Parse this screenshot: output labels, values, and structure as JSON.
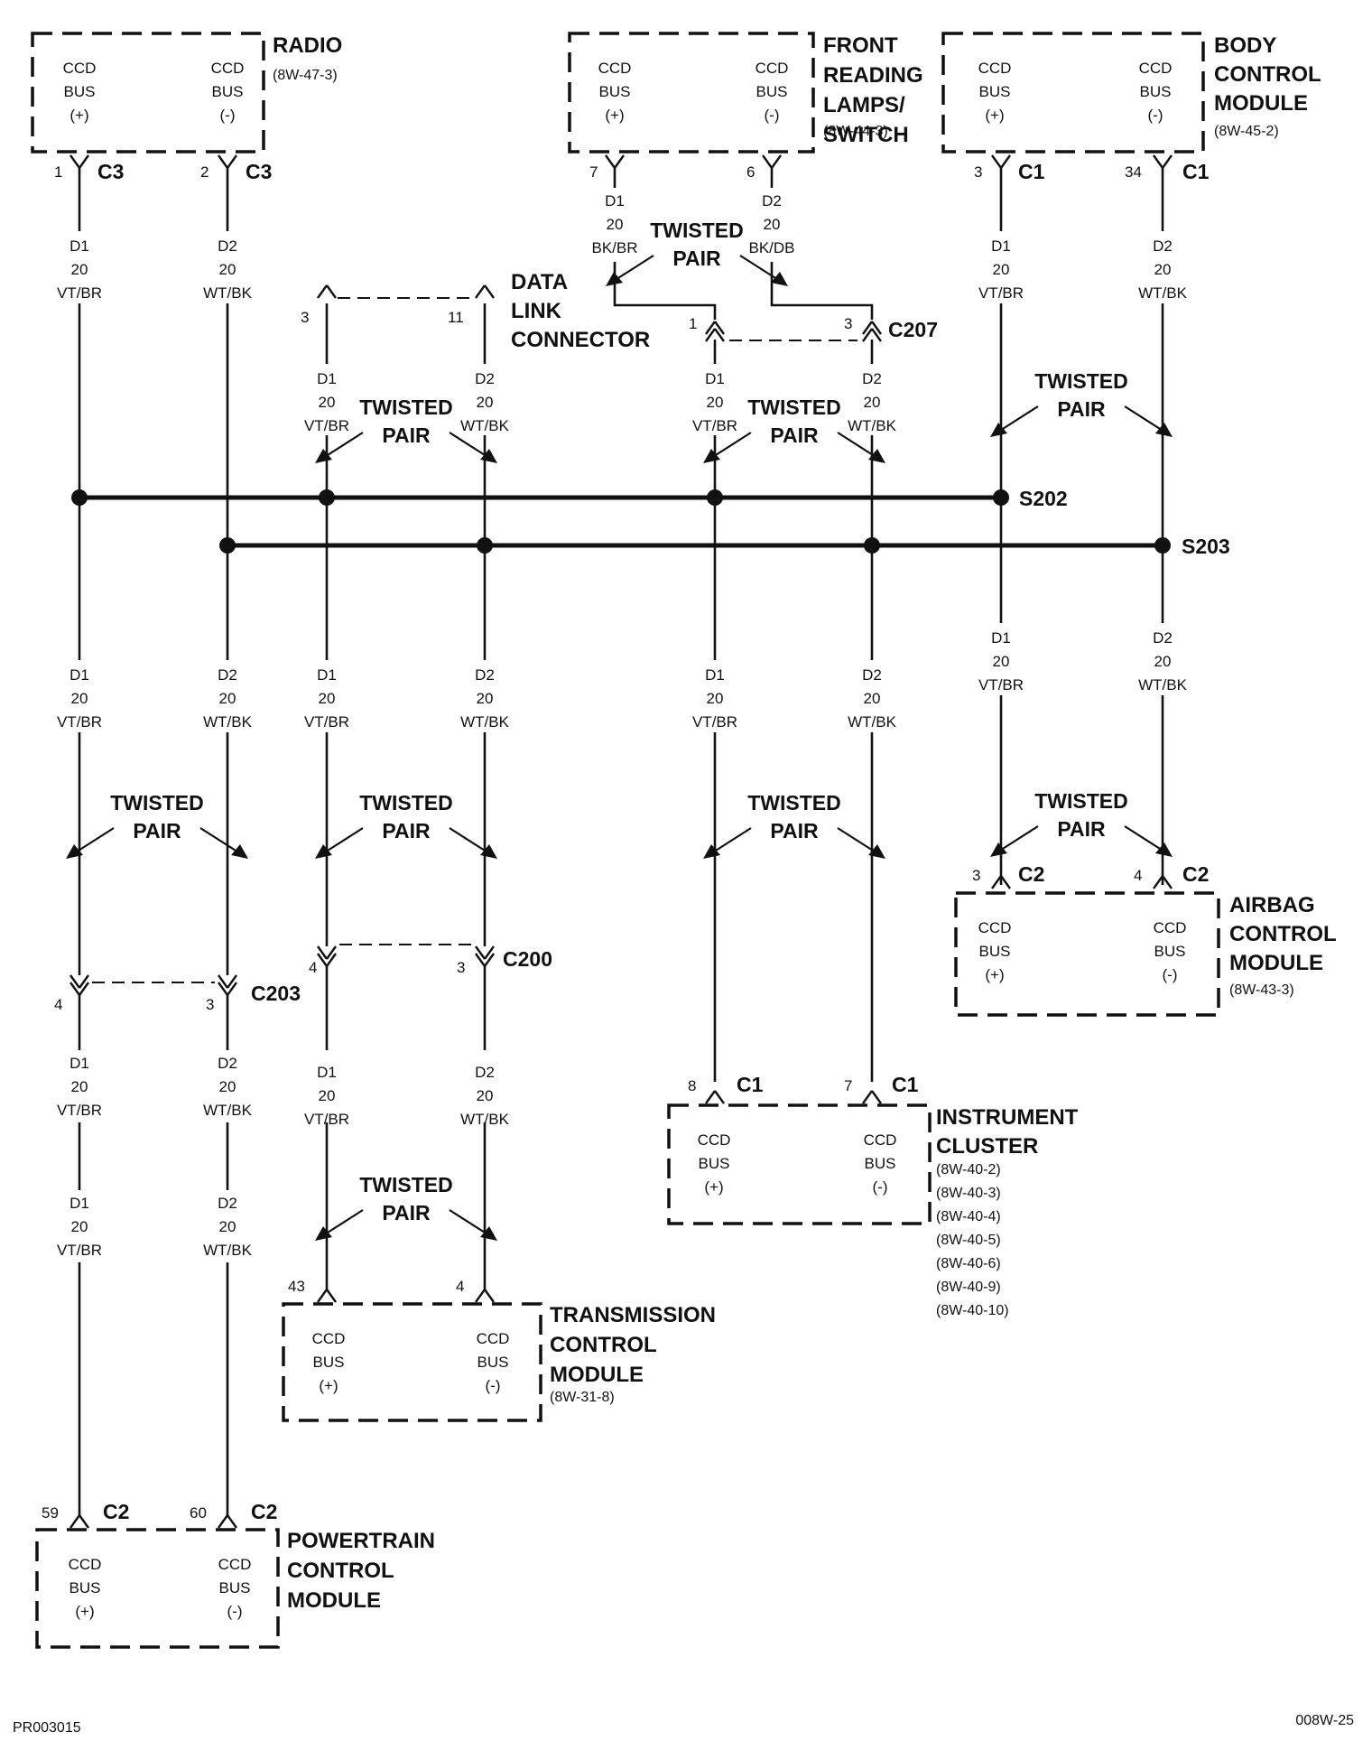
{
  "modules": {
    "radio": {
      "title": [
        "RADIO"
      ],
      "refs": [
        "(8W-47-3)"
      ],
      "pins": [
        [
          "CCD",
          "BUS",
          "(+)"
        ],
        [
          "CCD",
          "BUS",
          "(-)"
        ]
      ]
    },
    "front_reading_lamps": {
      "title": [
        "FRONT",
        "READING",
        "LAMPS/",
        "SWITCH"
      ],
      "refs": [
        "(8W-44-3)"
      ],
      "pins": [
        [
          "CCD",
          "BUS",
          "(+)"
        ],
        [
          "CCD",
          "BUS",
          "(-)"
        ]
      ]
    },
    "body_control_module": {
      "title": [
        "BODY",
        "CONTROL",
        "MODULE"
      ],
      "refs": [
        "(8W-45-2)"
      ],
      "pins": [
        [
          "CCD",
          "BUS",
          "(+)"
        ],
        [
          "CCD",
          "BUS",
          "(-)"
        ]
      ]
    },
    "airbag_control_module": {
      "title": [
        "AIRBAG",
        "CONTROL",
        "MODULE"
      ],
      "refs": [
        "(8W-43-3)"
      ],
      "pins": [
        [
          "CCD",
          "BUS",
          "(+)"
        ],
        [
          "CCD",
          "BUS",
          "(-)"
        ]
      ]
    },
    "instrument_cluster": {
      "title": [
        "INSTRUMENT",
        "CLUSTER"
      ],
      "refs": [
        "(8W-40-2)",
        "(8W-40-3)",
        "(8W-40-4)",
        "(8W-40-5)",
        "(8W-40-6)",
        "(8W-40-9)",
        "(8W-40-10)"
      ],
      "pins": [
        [
          "CCD",
          "BUS",
          "(+)"
        ],
        [
          "CCD",
          "BUS",
          "(-)"
        ]
      ]
    },
    "transmission_control_module": {
      "title": [
        "TRANSMISSION",
        "CONTROL",
        "MODULE"
      ],
      "refs": [
        "(8W-31-8)"
      ],
      "pins": [
        [
          "CCD",
          "BUS",
          "(+)"
        ],
        [
          "CCD",
          "BUS",
          "(-)"
        ]
      ]
    },
    "powertrain_control_module": {
      "title": [
        "POWERTRAIN",
        "CONTROL",
        "MODULE"
      ],
      "refs": [],
      "pins": [
        [
          "CCD",
          "BUS",
          "(+)"
        ],
        [
          "CCD",
          "BUS",
          "(-)"
        ]
      ]
    }
  },
  "data_link_connector": {
    "title": [
      "DATA",
      "LINK",
      "CONNECTOR"
    ],
    "pins": [
      "3",
      "11"
    ]
  },
  "wire_labels": {
    "d1_vtbr": [
      "D1",
      "20",
      "VT/BR"
    ],
    "d2_wtbk": [
      "D2",
      "20",
      "WT/BK"
    ],
    "d1_bkbr": [
      "D1",
      "20",
      "BK/BR"
    ],
    "d2_bkdb": [
      "D2",
      "20",
      "BK/DB"
    ]
  },
  "twisted_pair": [
    "TWISTED",
    "PAIR"
  ],
  "connectors": {
    "radio_c3": {
      "name": "C3",
      "pins": [
        "1",
        "2"
      ]
    },
    "lamps": {
      "pins": [
        "7",
        "6"
      ]
    },
    "bcm_c1": {
      "name": "C1",
      "pins": [
        "3",
        "34"
      ]
    },
    "c207": {
      "name": "C207",
      "pins": [
        "1",
        "3"
      ]
    },
    "c203": {
      "name": "C203",
      "pins": [
        "4",
        "3"
      ]
    },
    "c200": {
      "name": "C200",
      "pins": [
        "4",
        "3"
      ]
    },
    "airbag_c2": {
      "name": "C2",
      "pins": [
        "3",
        "4"
      ]
    },
    "cluster_c1": {
      "name": "C1",
      "pins": [
        "8",
        "7"
      ]
    },
    "tcm": {
      "pins": [
        "43",
        "4"
      ]
    },
    "pcm_c2": {
      "name": "C2",
      "pins": [
        "59",
        "60"
      ]
    }
  },
  "splices": [
    "S202",
    "S203"
  ],
  "footer": {
    "left": "PR003015",
    "right": "008W-25"
  }
}
